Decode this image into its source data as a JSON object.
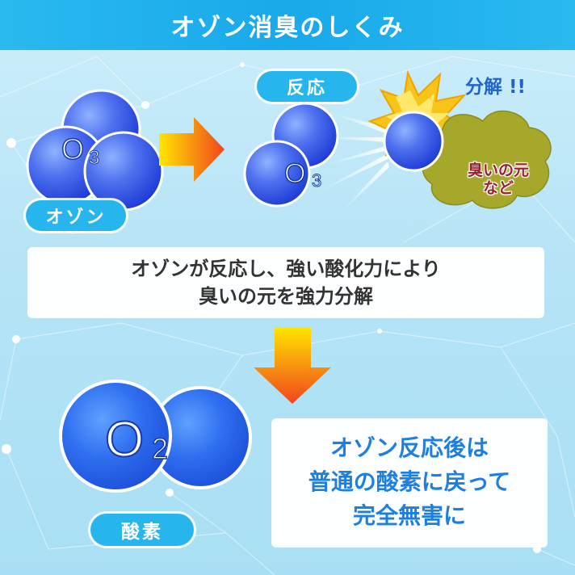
{
  "header": {
    "title": "オゾン消臭のしくみ"
  },
  "ozone_label": "オゾン",
  "ozone_formula": {
    "main": "O",
    "sub": "3"
  },
  "reaction_label": "反応",
  "decomposition_label": "分解 !!",
  "odor_source_label": [
    "臭いの元",
    "など"
  ],
  "explanation": [
    "オゾンが反応し、強い酸化力により",
    "臭いの元を強力分解"
  ],
  "oxygen_formula": {
    "main": "O",
    "sub": "2"
  },
  "oxygen_label": "酸素",
  "result_text": [
    "オゾン反応後は",
    "普通の酸素に戻って",
    "完全無害に"
  ],
  "colors": {
    "header": "#1fb0ec",
    "pill": "#27b5ee",
    "molecule": "#2f56ea",
    "arrow_top": "#ffe600",
    "arrow_bottom": "#f0451d",
    "odor_blob": "#a6a82c",
    "explosion": "#f7c51a",
    "result_text": "#1d7fe0"
  }
}
